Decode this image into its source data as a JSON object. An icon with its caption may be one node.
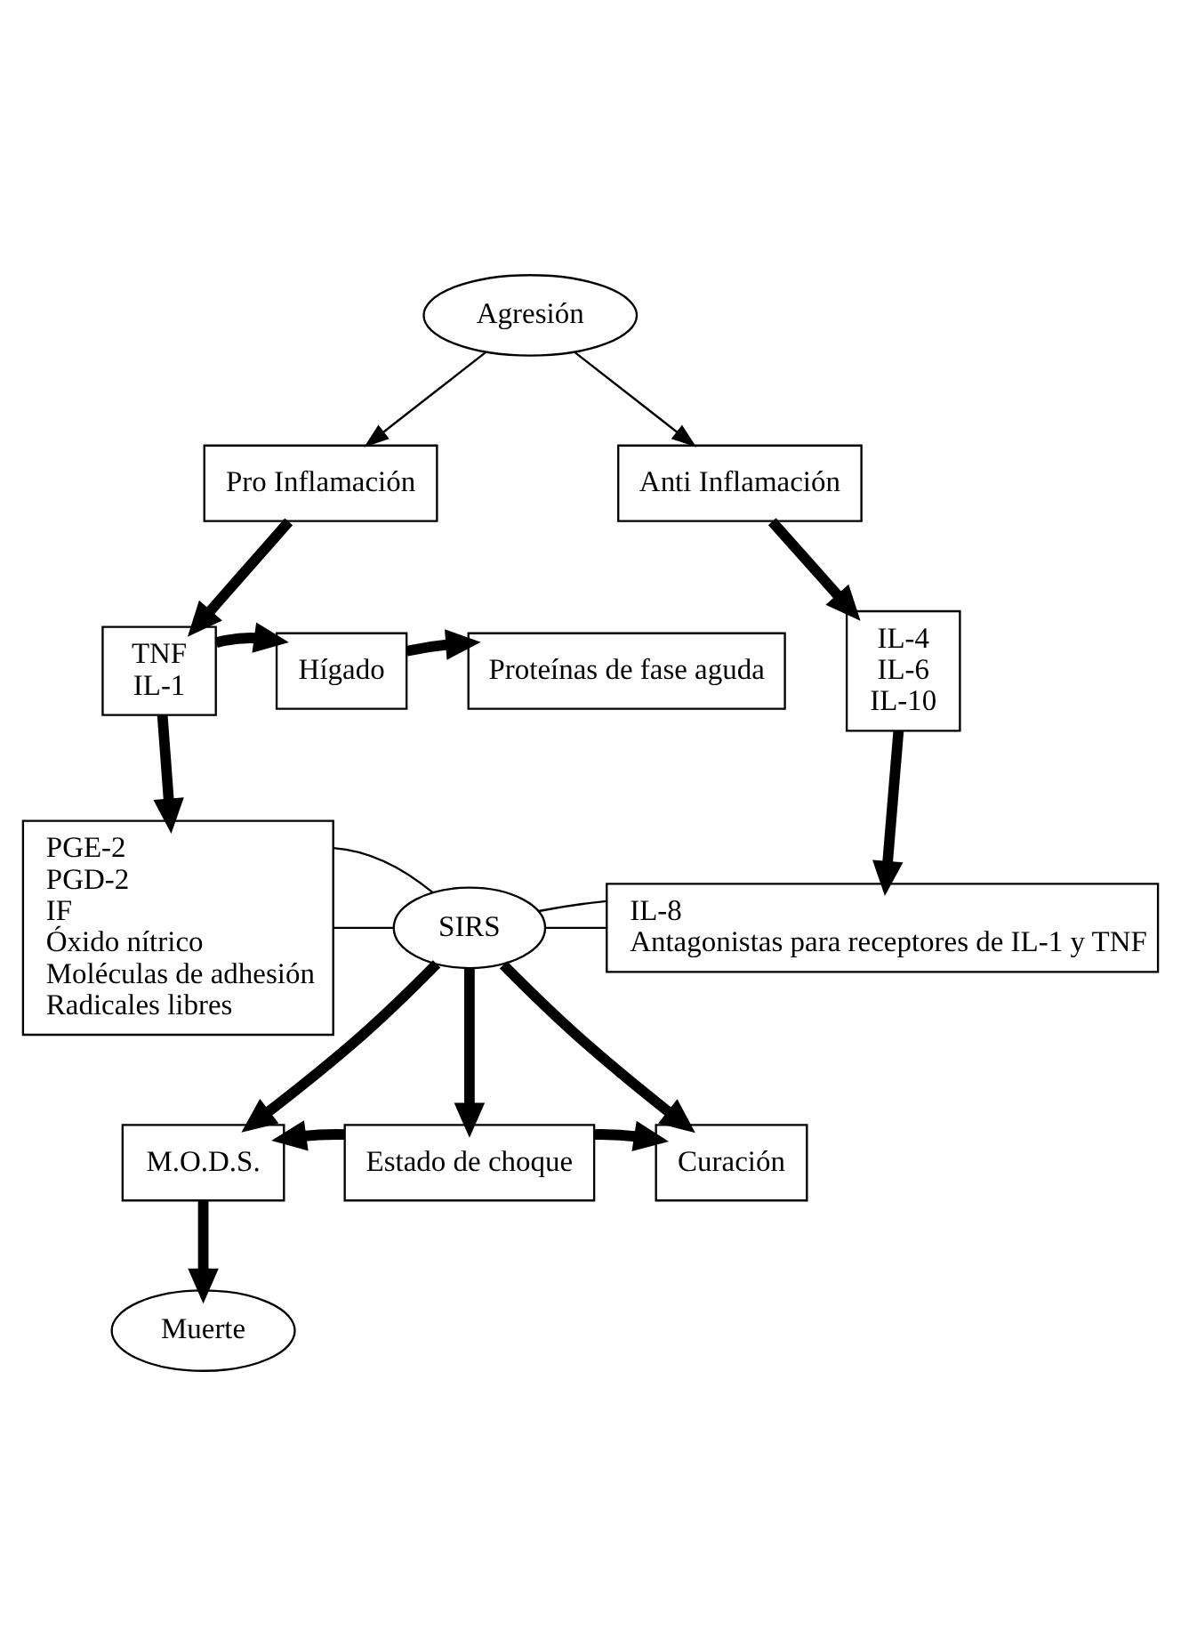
{
  "diagram": {
    "nodes": [
      {
        "text": [
          "Agresión"
        ]
      },
      {
        "text": [
          "Pro Inflamación"
        ]
      },
      {
        "text": [
          "Anti Inflamación"
        ]
      },
      {
        "text": [
          "TNF",
          "IL-1"
        ]
      },
      {
        "text": [
          "Hígado"
        ]
      },
      {
        "text": [
          "Proteínas de fase aguda"
        ]
      },
      {
        "text": [
          "IL-4",
          "IL-6",
          "IL-10"
        ]
      },
      {
        "text": [
          "PGE-2",
          "PGD-2",
          "IF",
          "Óxido nítrico",
          "Moléculas de adhesión",
          "Radicales libres"
        ]
      },
      {
        "text": [
          "IL-8",
          "Antagonistas para receptores de IL-1 y TNF"
        ]
      },
      {
        "text": [
          "SIRS"
        ]
      },
      {
        "text": [
          "Estado de choque"
        ]
      },
      {
        "text": [
          "M.O.D.S."
        ]
      },
      {
        "text": [
          "Curación"
        ]
      },
      {
        "text": [
          "Muerte"
        ]
      }
    ],
    "edges": [
      {
        "from": 0,
        "to": 1,
        "arrow": "to"
      },
      {
        "from": 0,
        "to": 2,
        "arrow": "to"
      },
      {
        "from": 1,
        "to": 3,
        "arrow": "to"
      },
      {
        "from": 2,
        "to": 6,
        "arrow": "to"
      },
      {
        "from": 3,
        "to": 4,
        "arrow": "to"
      },
      {
        "from": 4,
        "to": 5,
        "arrow": "to"
      },
      {
        "from": 3,
        "to": 7,
        "arrow": "to"
      },
      {
        "from": 6,
        "to": 8,
        "arrow": "to"
      },
      {
        "from": 7,
        "to": 9,
        "arrow": "none"
      },
      {
        "from": 7,
        "to": 9,
        "arrow": "none"
      },
      {
        "from": 8,
        "to": 9,
        "arrow": "none"
      },
      {
        "from": 8,
        "to": 9,
        "arrow": "none"
      },
      {
        "from": 9,
        "to": 11,
        "arrow": "to"
      },
      {
        "from": 9,
        "to": 10,
        "arrow": "to"
      },
      {
        "from": 9,
        "to": 12,
        "arrow": "to"
      },
      {
        "from": 10,
        "to": 11,
        "arrow": "to"
      },
      {
        "from": 10,
        "to": 12,
        "arrow": "to"
      },
      {
        "from": 11,
        "to": 13,
        "arrow": "to"
      }
    ]
  }
}
